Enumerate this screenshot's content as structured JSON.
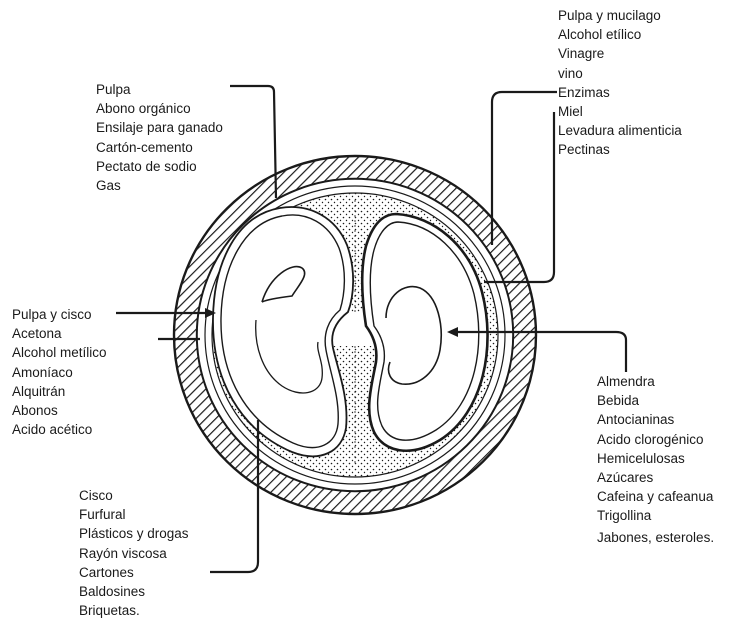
{
  "groups": {
    "pulpa": [
      "Pulpa",
      "Abono orgánico",
      "Ensilaje para ganado",
      "Cartón-cemento",
      "Pectato de sodio",
      "Gas"
    ],
    "mucilago": [
      "Pulpa y mucilago",
      "Alcohol etílico",
      "Vinagre",
      "vino",
      "Enzimas",
      "Miel",
      "Levadura alimenticia",
      "Pectinas"
    ],
    "cisco_left": [
      "Pulpa y cisco",
      "Acetona",
      "Alcohol metílico",
      "Amoníaco",
      "Alquitrán",
      "Abonos",
      "Acido acético"
    ],
    "almendra": [
      "Almendra",
      "Bebida",
      "Antocianinas",
      "Acido clorogénico",
      "Hemicelulosas",
      "Azúcares",
      "Cafeina y cafeanua",
      "Trigollina",
      "Jabones, esteroles."
    ],
    "cisco_bottom": [
      "Cisco",
      "Furfural",
      "Plásticos y drogas",
      "Rayón viscosa",
      "Cartones",
      "Baldosines",
      "Briquetas."
    ]
  },
  "colors": {
    "ink": "#1a1a1a",
    "background": "#ffffff"
  }
}
